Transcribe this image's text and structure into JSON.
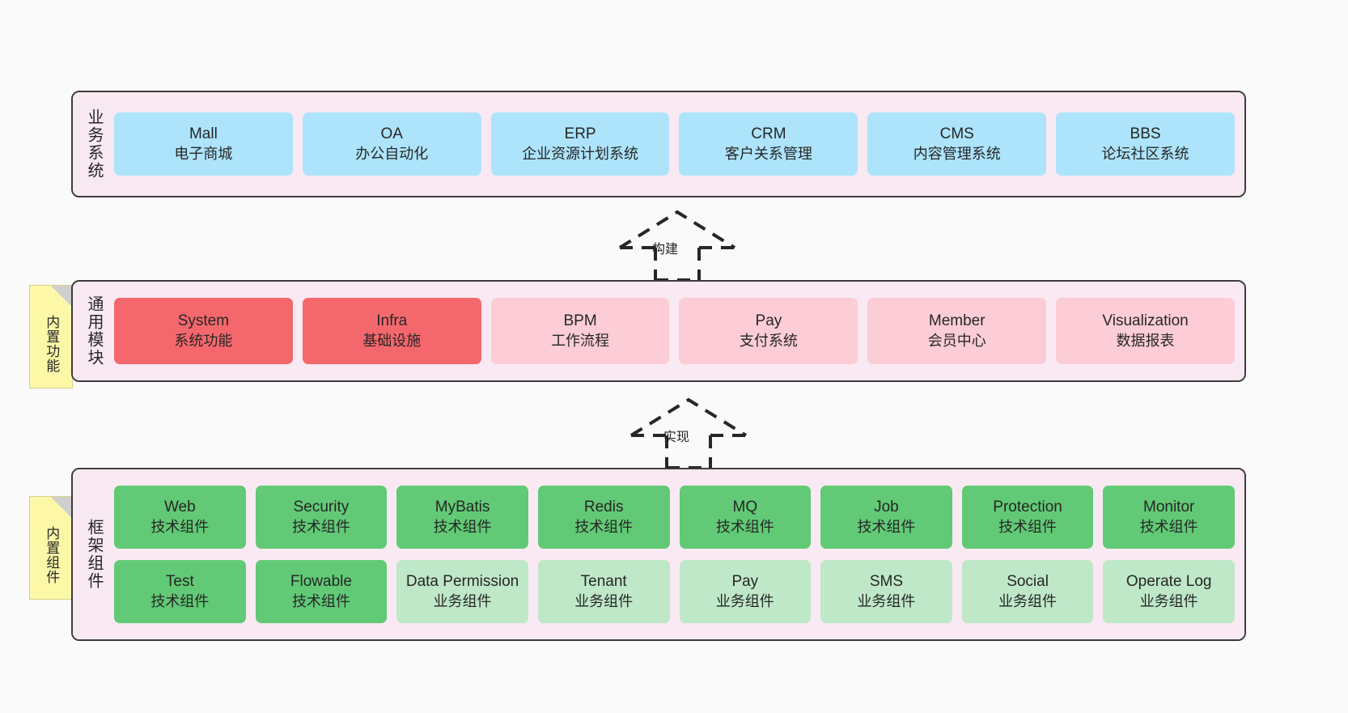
{
  "diagram": {
    "background": "#fafafa",
    "layers": [
      {
        "id": "business",
        "title": "业务系统",
        "cells": [
          {
            "en": "Mall",
            "cn": "电子商城"
          },
          {
            "en": "OA",
            "cn": "办公自动化"
          },
          {
            "en": "ERP",
            "cn": "企业资源计划系统"
          },
          {
            "en": "CRM",
            "cn": "客户关系管理"
          },
          {
            "en": "CMS",
            "cn": "内容管理系统"
          },
          {
            "en": "BBS",
            "cn": "论坛社区系统"
          }
        ]
      },
      {
        "id": "common-module",
        "title": "通用模块",
        "cells": [
          {
            "en": "System",
            "cn": "系统功能",
            "tone": "strong"
          },
          {
            "en": "Infra",
            "cn": "基础设施",
            "tone": "strong"
          },
          {
            "en": "BPM",
            "cn": "工作流程",
            "tone": "soft"
          },
          {
            "en": "Pay",
            "cn": "支付系统",
            "tone": "soft"
          },
          {
            "en": "Member",
            "cn": "会员中心",
            "tone": "soft"
          },
          {
            "en": "Visualization",
            "cn": "数据报表",
            "tone": "soft"
          }
        ]
      },
      {
        "id": "framework-component",
        "title": "框架组件",
        "rows": [
          [
            {
              "en": "Web",
              "cn": "技术组件",
              "tone": "tech"
            },
            {
              "en": "Security",
              "cn": "技术组件",
              "tone": "tech"
            },
            {
              "en": "MyBatis",
              "cn": "技术组件",
              "tone": "tech"
            },
            {
              "en": "Redis",
              "cn": "技术组件",
              "tone": "tech"
            },
            {
              "en": "MQ",
              "cn": "技术组件",
              "tone": "tech"
            },
            {
              "en": "Job",
              "cn": "技术组件",
              "tone": "tech"
            },
            {
              "en": "Protection",
              "cn": "技术组件",
              "tone": "tech"
            },
            {
              "en": "Monitor",
              "cn": "技术组件",
              "tone": "tech"
            }
          ],
          [
            {
              "en": "Test",
              "cn": "技术组件",
              "tone": "tech"
            },
            {
              "en": "Flowable",
              "cn": "技术组件",
              "tone": "tech"
            },
            {
              "en": "Data Permission",
              "cn": "业务组件",
              "tone": "biz"
            },
            {
              "en": "Tenant",
              "cn": "业务组件",
              "tone": "biz"
            },
            {
              "en": "Pay",
              "cn": "业务组件",
              "tone": "biz"
            },
            {
              "en": "SMS",
              "cn": "业务组件",
              "tone": "biz"
            },
            {
              "en": "Social",
              "cn": "业务组件",
              "tone": "biz"
            },
            {
              "en": "Operate Log",
              "cn": "业务组件",
              "tone": "biz"
            }
          ]
        ]
      }
    ],
    "notes": [
      {
        "id": "builtin-function",
        "text": "内置功能"
      },
      {
        "id": "builtin-component",
        "text": "内置组件"
      }
    ],
    "arrows": [
      {
        "id": "build",
        "label": "构建"
      },
      {
        "id": "implement",
        "label": "实现"
      }
    ],
    "colors": {
      "layer_bg": "#f9e9f3",
      "layer_border": "#3d3d3d",
      "business": "#ade4fc",
      "module_strong": "#f4686d",
      "module_soft": "#fccdd6",
      "tech_component": "#62ca76",
      "biz_component": "#bfe8c8",
      "note": "#fcf8a8",
      "arrow": "#262626"
    }
  }
}
